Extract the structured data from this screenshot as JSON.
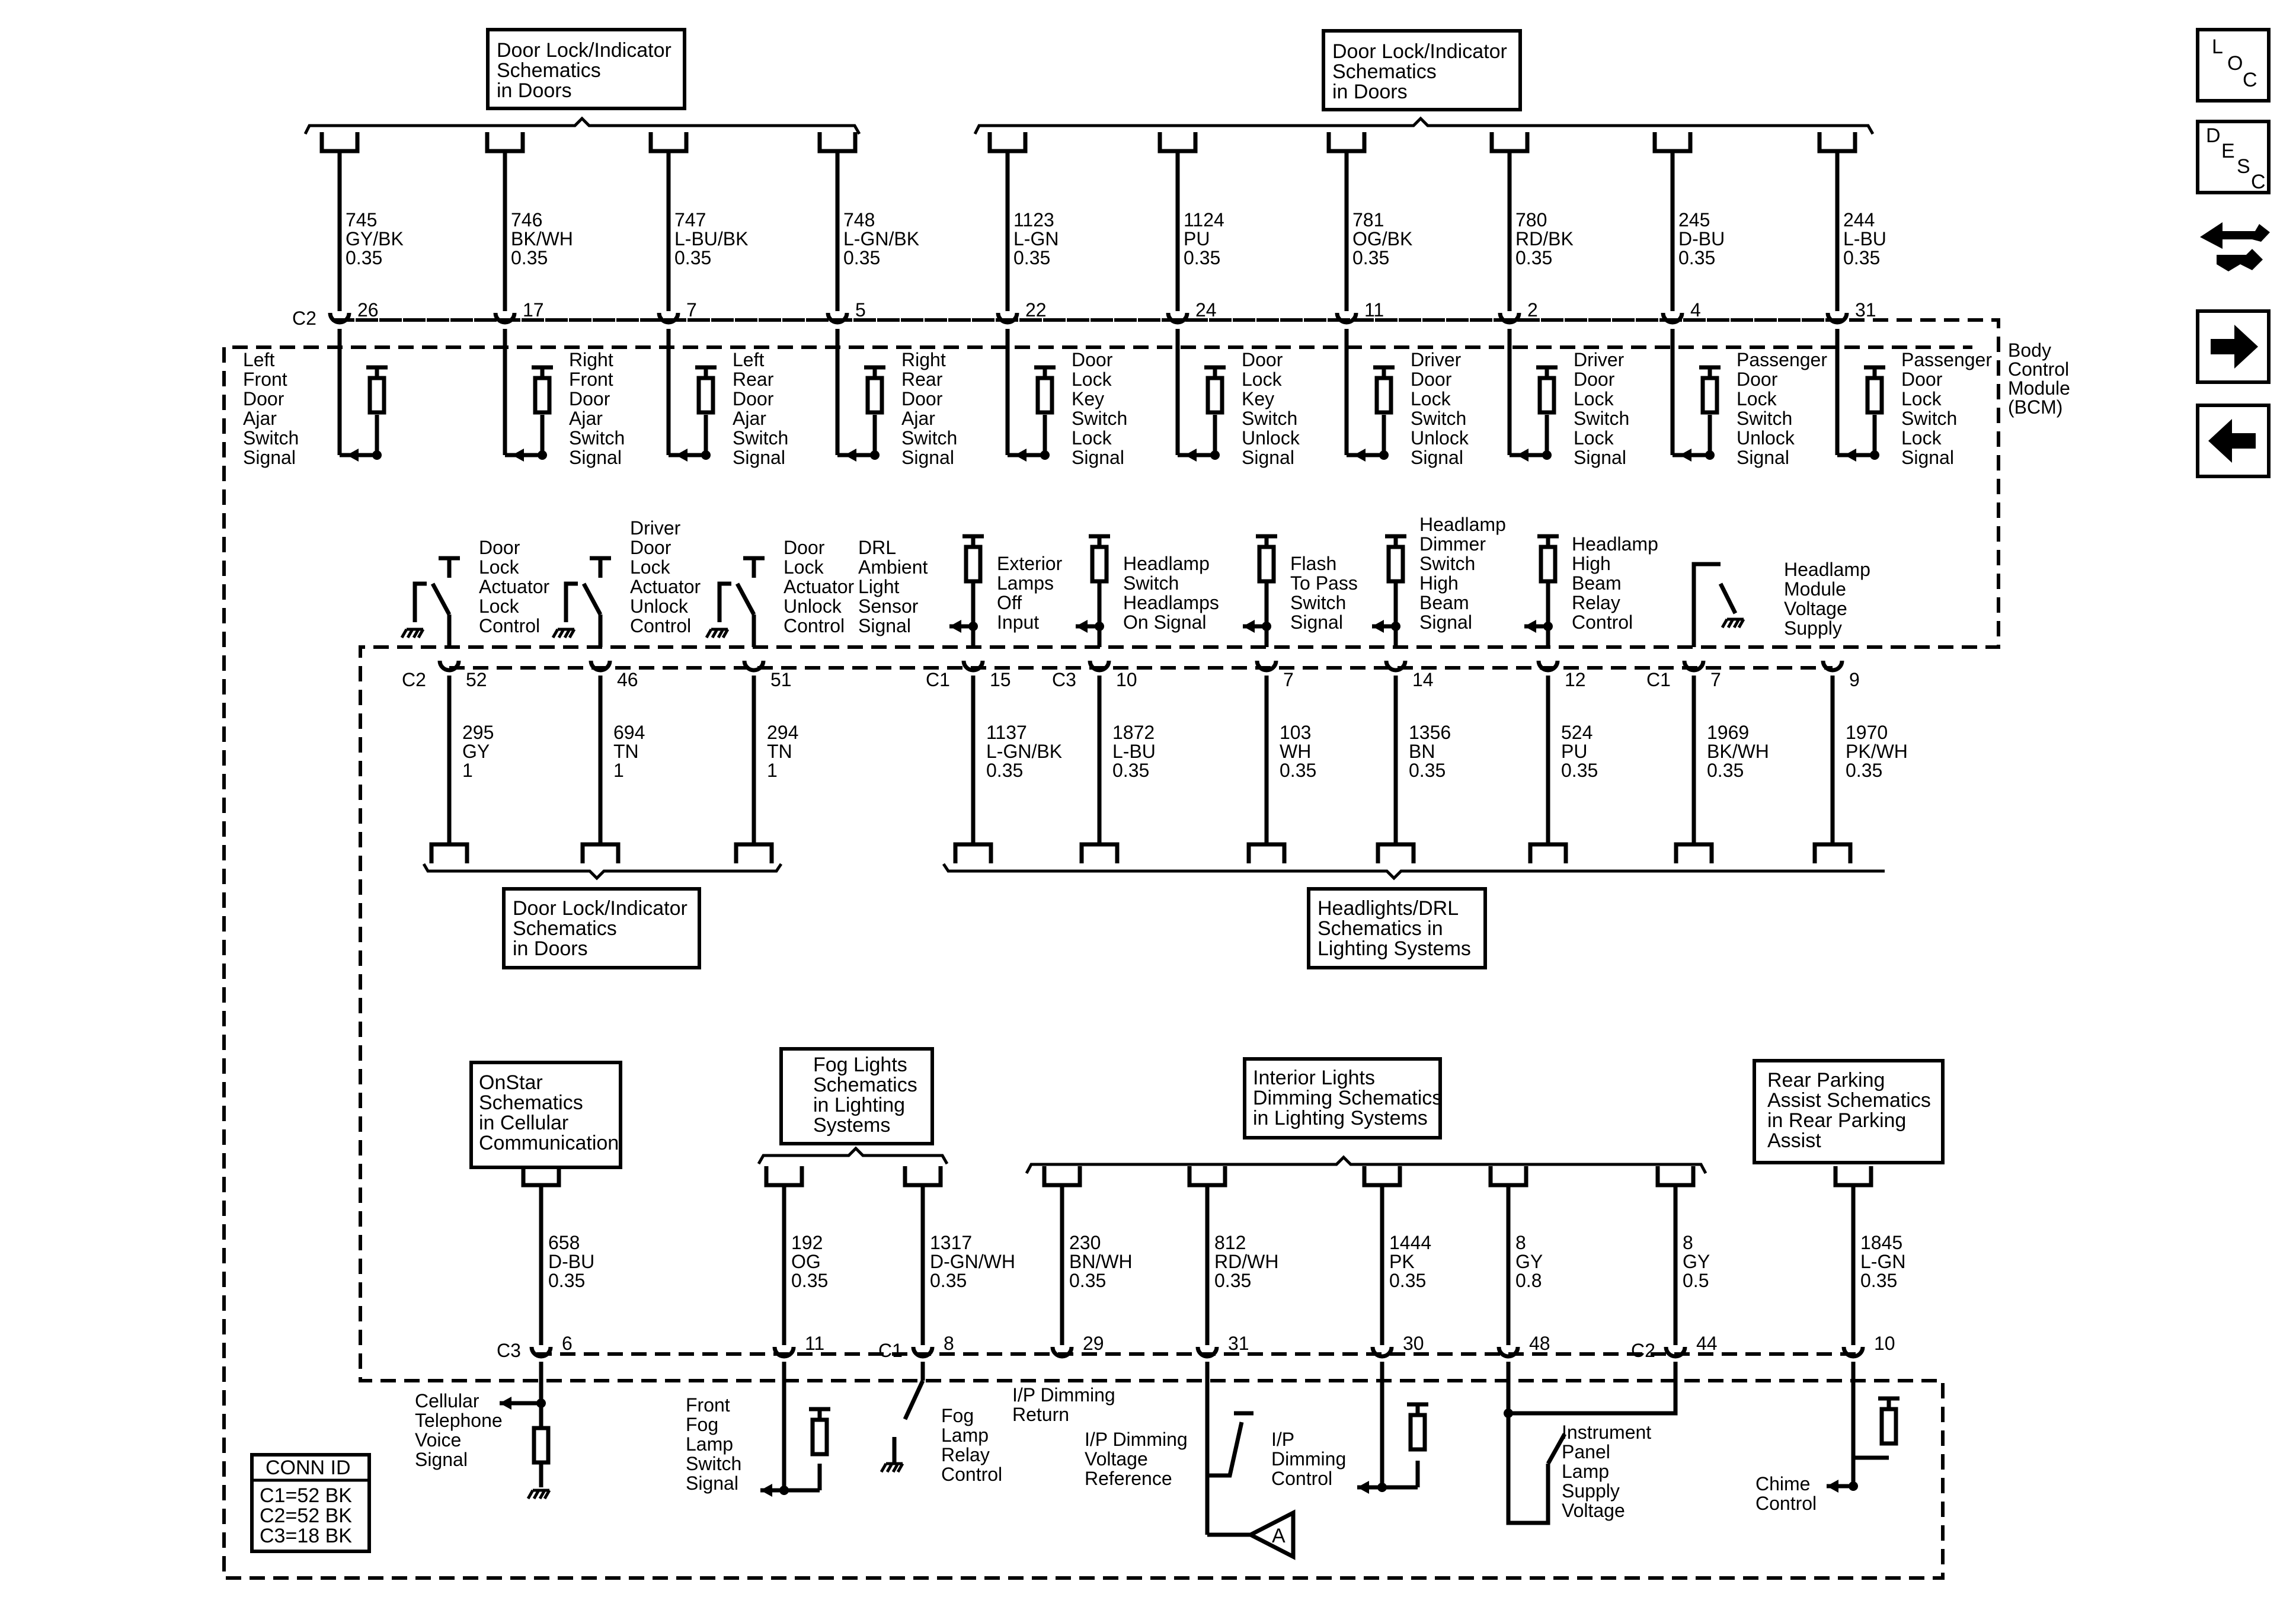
{
  "top_refs": {
    "left": [
      "Door Lock/Indicator",
      "Schematics",
      "in Doors"
    ],
    "right": [
      "Door Lock/Indicator",
      "Schematics",
      "in Doors"
    ]
  },
  "top_wires": [
    {
      "circuit": "745",
      "color": "GY/BK",
      "size": "0.35",
      "pin": "26",
      "conn": "C2"
    },
    {
      "circuit": "746",
      "color": "BK/WH",
      "size": "0.35",
      "pin": "17"
    },
    {
      "circuit": "747",
      "color": "L-BU/BK",
      "size": "0.35",
      "pin": "7"
    },
    {
      "circuit": "748",
      "color": "L-GN/BK",
      "size": "0.35",
      "pin": "5"
    },
    {
      "circuit": "1123",
      "color": "L-GN",
      "size": "0.35",
      "pin": "22"
    },
    {
      "circuit": "1124",
      "color": "PU",
      "size": "0.35",
      "pin": "24"
    },
    {
      "circuit": "781",
      "color": "OG/BK",
      "size": "0.35",
      "pin": "11"
    },
    {
      "circuit": "780",
      "color": "RD/BK",
      "size": "0.35",
      "pin": "2"
    },
    {
      "circuit": "245",
      "color": "D-BU",
      "size": "0.35",
      "pin": "4"
    },
    {
      "circuit": "244",
      "color": "L-BU",
      "size": "0.35",
      "pin": "31"
    }
  ],
  "top_signals": [
    [
      "Left",
      "Front",
      "Door",
      "Ajar",
      "Switch",
      "Signal"
    ],
    [
      "Right",
      "Front",
      "Door",
      "Ajar",
      "Switch",
      "Signal"
    ],
    [
      "Left",
      "Rear",
      "Door",
      "Ajar",
      "Switch",
      "Signal"
    ],
    [
      "Right",
      "Rear",
      "Door",
      "Ajar",
      "Switch",
      "Signal"
    ],
    [
      "Door",
      "Lock",
      "Key",
      "Switch",
      "Lock",
      "Signal"
    ],
    [
      "Door",
      "Lock",
      "Key",
      "Switch",
      "Unlock",
      "Signal"
    ],
    [
      "Driver",
      "Door",
      "Lock",
      "Switch",
      "Unlock",
      "Signal"
    ],
    [
      "Driver",
      "Door",
      "Lock",
      "Switch",
      "Lock",
      "Signal"
    ],
    [
      "Passenger",
      "Door",
      "Lock",
      "Switch",
      "Unlock",
      "Signal"
    ],
    [
      "Passenger",
      "Door",
      "Lock",
      "Switch",
      "Lock",
      "Signal"
    ]
  ],
  "module_name": [
    "Body",
    "Control",
    "Module",
    "(BCM)"
  ],
  "mid_signals": [
    [
      "Door",
      "Lock",
      "Actuator",
      "Lock",
      "Control"
    ],
    [
      "Driver",
      "Door",
      "Lock",
      "Actuator",
      "Unlock",
      "Control"
    ],
    [
      "Door",
      "Lock",
      "Actuator",
      "Unlock",
      "Control"
    ],
    [
      "DRL",
      "Ambient",
      "Light",
      "Sensor",
      "Signal"
    ],
    [
      "Exterior",
      "Lamps",
      "Off",
      "Input"
    ],
    [
      "Headlamp",
      "Switch",
      "Headlamps",
      "On Signal"
    ],
    [
      "Flash",
      "To Pass",
      "Switch",
      "Signal"
    ],
    [
      "Headlamp",
      "Dimmer",
      "Switch",
      "High",
      "Beam",
      "Signal"
    ],
    [
      "Headlamp",
      "High",
      "Beam",
      "Relay",
      "Control"
    ],
    [
      "Headlamp",
      "Module",
      "Voltage",
      "Supply"
    ]
  ],
  "mid_wires": [
    {
      "circuit": "295",
      "color": "GY",
      "size": "1",
      "pin": "52",
      "conn": "C2"
    },
    {
      "circuit": "694",
      "color": "TN",
      "size": "1",
      "pin": "46"
    },
    {
      "circuit": "294",
      "color": "TN",
      "size": "1",
      "pin": "51"
    },
    {
      "circuit": "1137",
      "color": "L-GN/BK",
      "size": "0.35",
      "pin": "15",
      "conn": "C1"
    },
    {
      "circuit": "1872",
      "color": "L-BU",
      "size": "0.35",
      "pin": "10",
      "conn": "C3"
    },
    {
      "circuit": "103",
      "color": "WH",
      "size": "0.35",
      "pin": "7"
    },
    {
      "circuit": "1356",
      "color": "BN",
      "size": "0.35",
      "pin": "14"
    },
    {
      "circuit": "524",
      "color": "PU",
      "size": "0.35",
      "pin": "12"
    },
    {
      "circuit": "1969",
      "color": "BK/WH",
      "size": "0.35",
      "pin": "7",
      "conn": "C1"
    },
    {
      "circuit": "1970",
      "color": "PK/WH",
      "size": "0.35",
      "pin": "9"
    }
  ],
  "mid_refs": {
    "doors": [
      "Door Lock/Indicator",
      "Schematics",
      "in Doors"
    ],
    "lights": [
      "Headlights/DRL",
      "Schematics in",
      "Lighting Systems"
    ]
  },
  "bottom_refs": {
    "onstar": [
      "OnStar",
      "Schematics",
      "in Cellular",
      "Communication"
    ],
    "fog": [
      "Fog Lights",
      "Schematics",
      "in Lighting",
      "Systems"
    ],
    "interior": [
      "Interior Lights",
      "Dimming Schematics",
      "in Lighting Systems"
    ],
    "park": [
      "Rear Parking",
      "Assist Schematics",
      "in Rear Parking",
      "Assist"
    ]
  },
  "bottom_wires": [
    {
      "circuit": "658",
      "color": "D-BU",
      "size": "0.35",
      "pin": "6",
      "conn": "C3"
    },
    {
      "circuit": "192",
      "color": "OG",
      "size": "0.35",
      "pin": "11"
    },
    {
      "circuit": "1317",
      "color": "D-GN/WH",
      "size": "0.35",
      "pin": "8",
      "conn": "C1"
    },
    {
      "circuit": "230",
      "color": "BN/WH",
      "size": "0.35",
      "pin": "29"
    },
    {
      "circuit": "812",
      "color": "RD/WH",
      "size": "0.35",
      "pin": "31"
    },
    {
      "circuit": "1444",
      "color": "PK",
      "size": "0.35",
      "pin": "30"
    },
    {
      "circuit": "8",
      "color": "GY",
      "size": "0.8",
      "pin": "48"
    },
    {
      "circuit": "8",
      "color": "GY",
      "size": "0.5",
      "pin": "44",
      "conn": "C2"
    },
    {
      "circuit": "1845",
      "color": "L-GN",
      "size": "0.35",
      "pin": "10"
    }
  ],
  "bottom_signals": {
    "cell": [
      "Cellular",
      "Telephone",
      "Voice",
      "Signal"
    ],
    "fog_switch": [
      "Front",
      "Fog",
      "Lamp",
      "Switch",
      "Signal"
    ],
    "fog_relay": [
      "Fog",
      "Lamp",
      "Relay",
      "Control"
    ],
    "dim_return": [
      "I/P Dimming",
      "Return"
    ],
    "dim_ref": [
      "I/P Dimming",
      "Voltage",
      "Reference"
    ],
    "dim_ctrl": [
      "I/P",
      "Dimming",
      "Control"
    ],
    "ip_lamp": [
      "Instrument",
      "Panel",
      "Lamp",
      "Supply",
      "Voltage"
    ],
    "chime": [
      "Chime",
      "Control"
    ]
  },
  "splice_label": "A",
  "conn_id": {
    "title": "CONN ID",
    "rows": [
      "C1=52 BK",
      "C2=52 BK",
      "C3=18 BK"
    ]
  },
  "nav": {
    "loc": [
      "L",
      "O",
      "C"
    ],
    "desc": [
      "D",
      "E",
      "S",
      "C"
    ],
    "icons": [
      "connector-icon",
      "next-arrow-icon",
      "previous-arrow-icon"
    ]
  }
}
